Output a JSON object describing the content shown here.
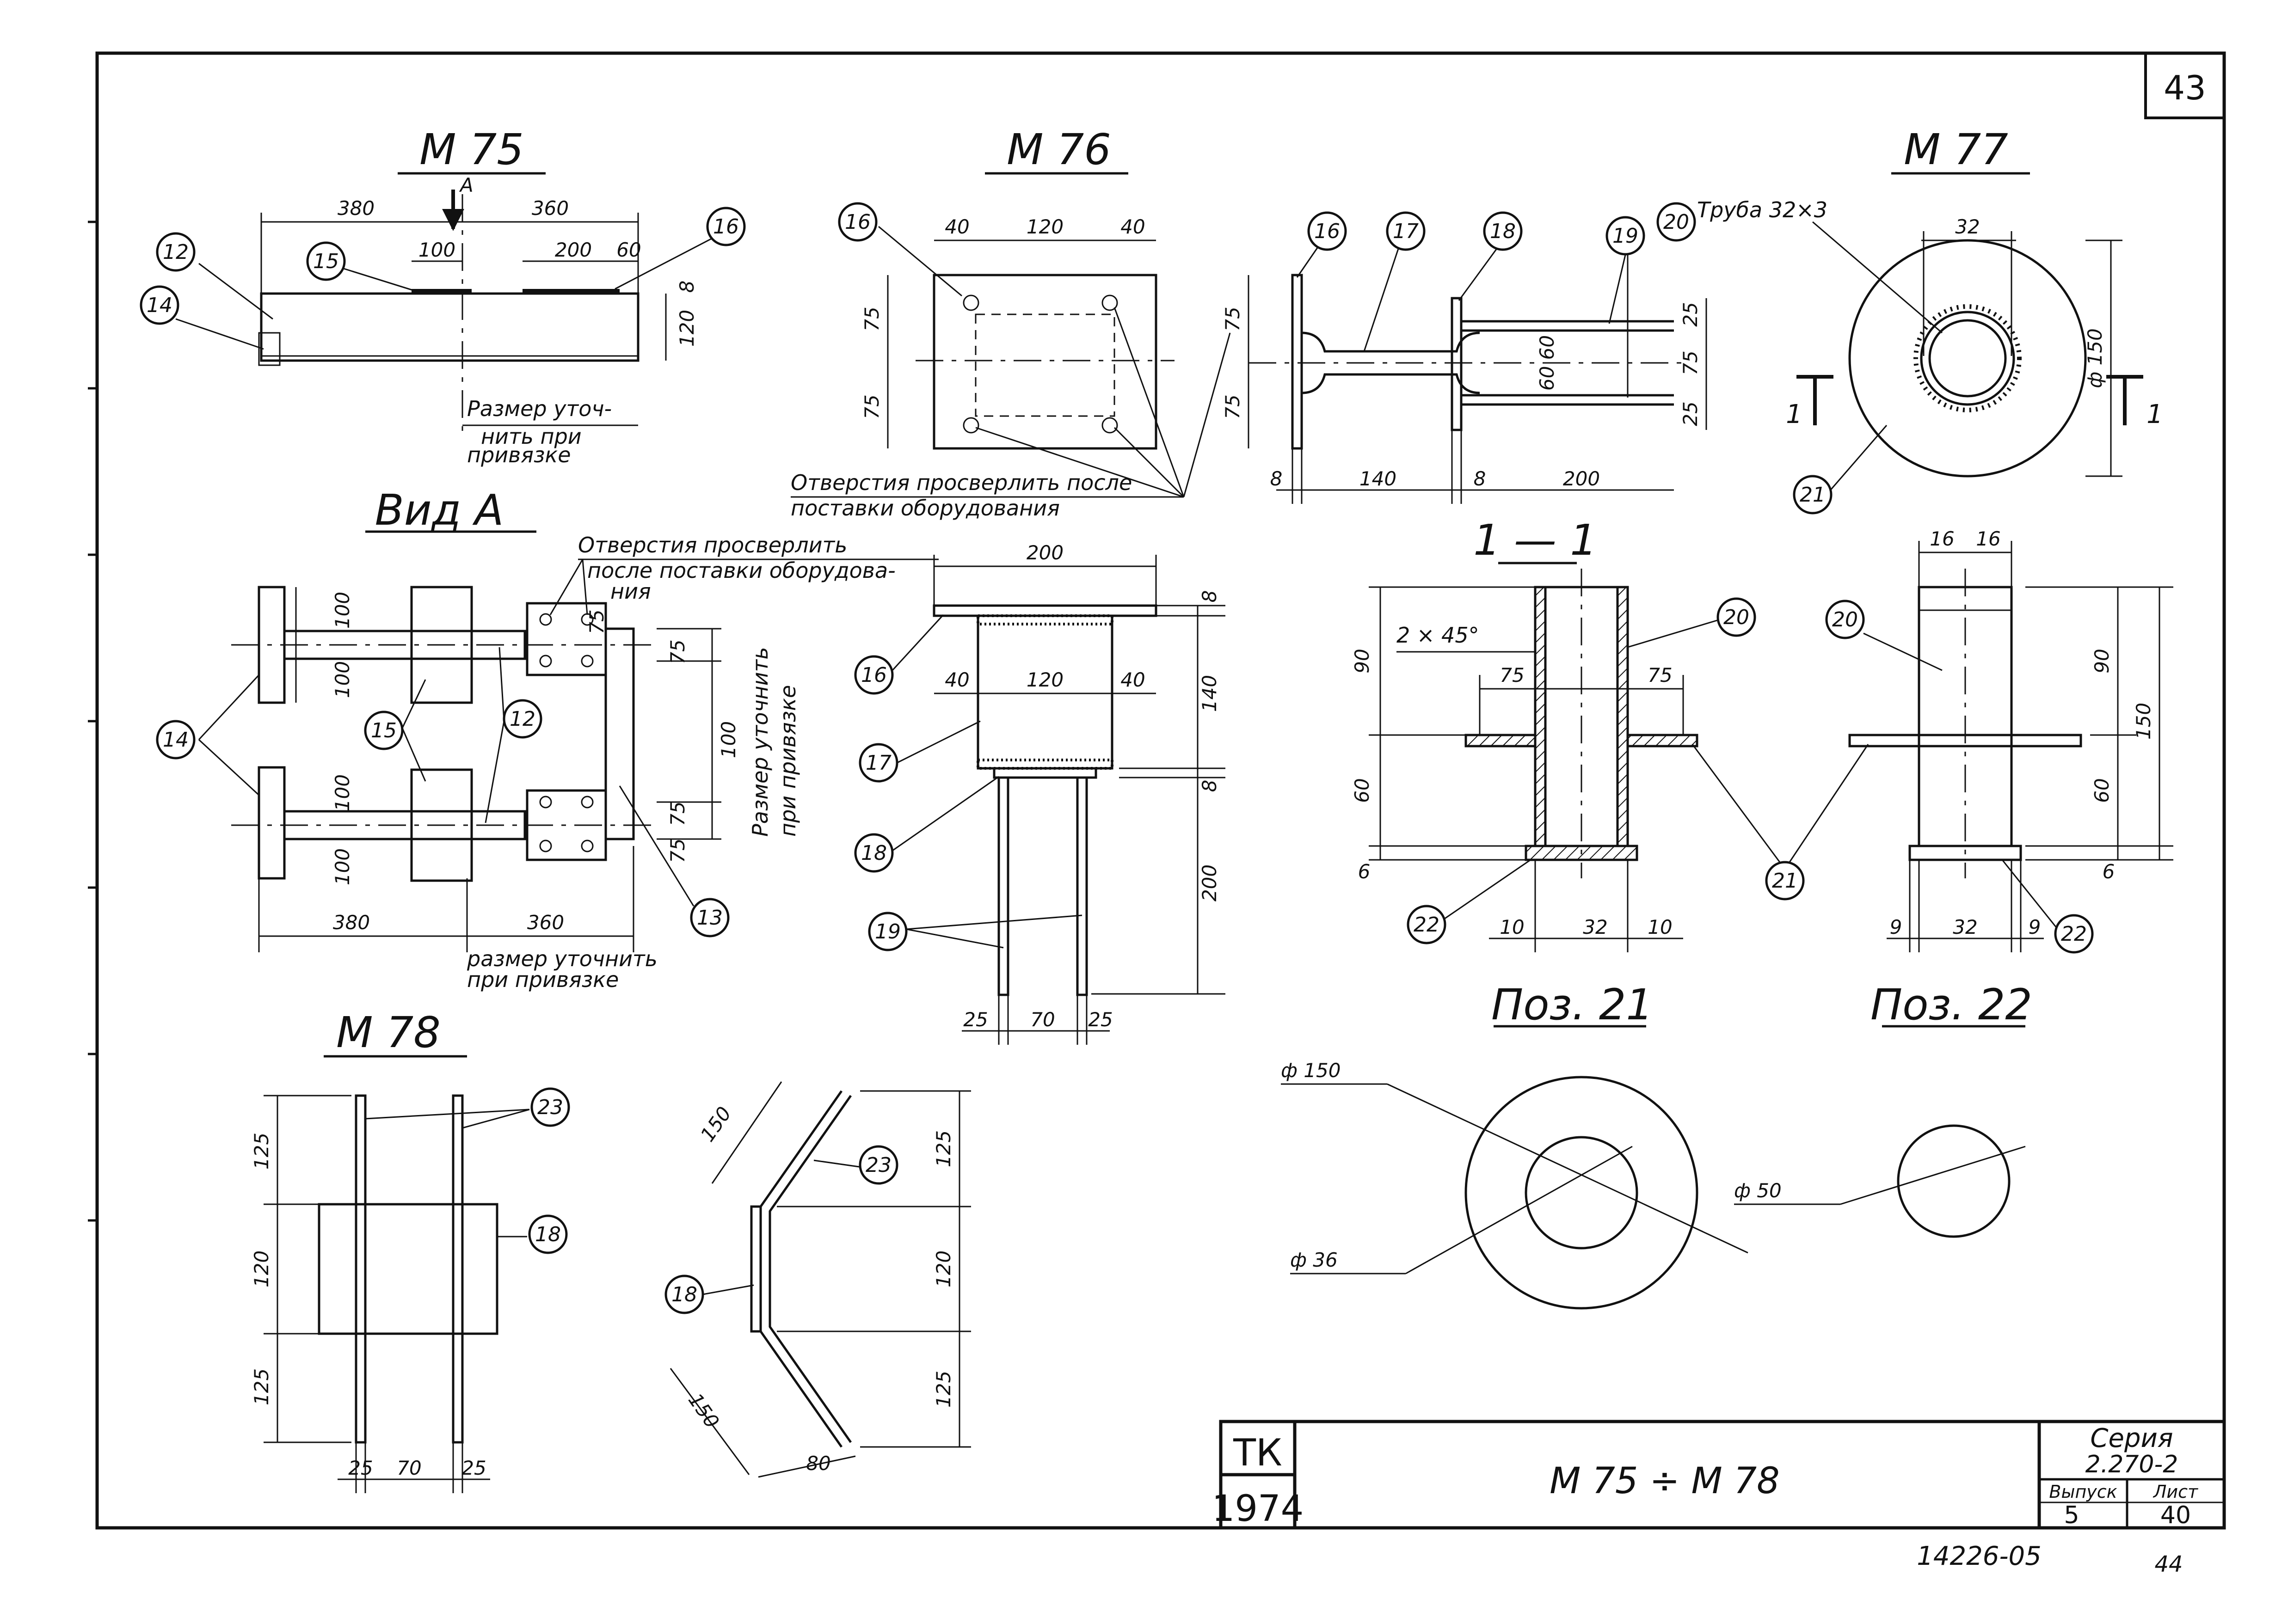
{
  "sheet": {
    "page_number": "43",
    "bottom_code": "14226-05",
    "bottom_page": "44"
  },
  "titles": {
    "m75": "М 75",
    "m76": "М 76",
    "m77": "М 77",
    "m78": "М 78",
    "view_a": "Вид А",
    "section_1_1": "1 — 1",
    "pos21": "Поз. 21",
    "pos22": "Поз. 22",
    "arrow_a": "А",
    "section_mark": "1"
  },
  "notes": {
    "m75_refine_1": "Размер уточ-",
    "m75_refine_2": "нить при",
    "m75_refine_3": "привязке",
    "drill_after_1": "Отверстия просверлить после",
    "drill_after_2": "поставки оборудования",
    "drill_view_1": "Отверстия просверлить",
    "drill_view_2": "после поставки оборудова-",
    "drill_view_3": "ния",
    "refine_vert_1": "Размер уточнить",
    "refine_vert_2": "при привязке",
    "refine_bottom_1": "размер уточнить",
    "refine_bottom_2": "при привязке",
    "pipe": "Труба 32×3",
    "chamfer": "2 × 45°"
  },
  "callouts": {
    "c12": "12",
    "c13": "13",
    "c14": "14",
    "c15": "15",
    "c16": "16",
    "c17": "17",
    "c18": "18",
    "c19": "19",
    "c20": "20",
    "c21": "21",
    "c22": "22",
    "c23": "23"
  },
  "dims": {
    "d380": "380",
    "d360": "360",
    "d100": "100",
    "d200": "200",
    "d60": "60",
    "d8": "8",
    "d120": "120",
    "d40": "40",
    "d75": "75",
    "d140": "140",
    "d25": "25",
    "d70": "70",
    "d32": "32",
    "d90": "90",
    "d6": "6",
    "d10": "10",
    "d16": "16",
    "d150": "150",
    "d9": "9",
    "d125": "125",
    "d80": "80",
    "d6060": "60 60",
    "phi150": "ф 150",
    "phi36": "ф 36",
    "phi50": "ф 50"
  },
  "title_block": {
    "org": "ТК",
    "year": "1974",
    "name": "М 75 ÷ М 78",
    "series_label": "Серия",
    "series_value": "2.270-2",
    "issue_label": "Выпуск",
    "issue_value": "5",
    "sheet_label": "Лист",
    "sheet_value": "40"
  }
}
